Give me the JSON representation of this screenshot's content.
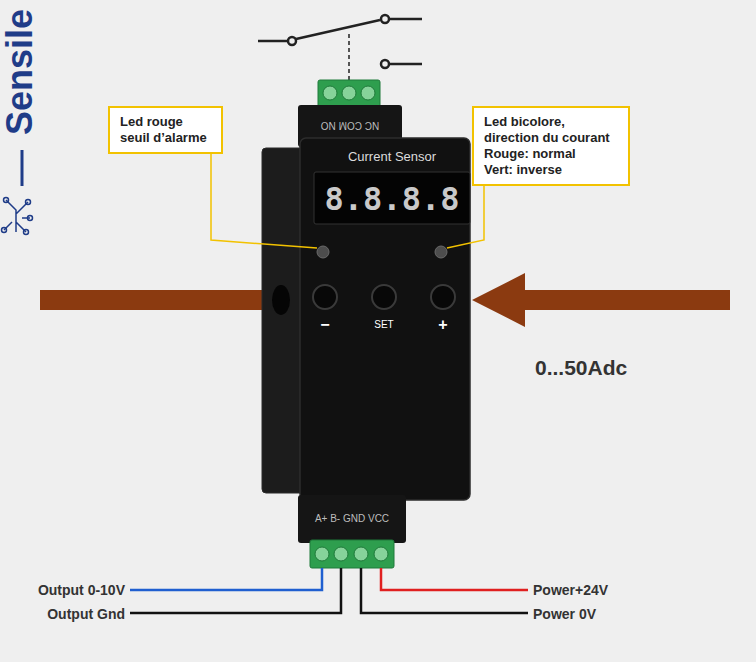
{
  "diagram": {
    "nodes": [
      {
        "text": [
          "Led rouge seuil d’alarme"
        ]
      },
      {
        "text": [
          "Led bicolore, direction du courant",
          "Rouge: normal",
          "Vert: inverse"
        ]
      }
    ],
    "labels": [
      "Sensile",
      "NC COM NO",
      "Current Sensor",
      "8.8.8.8",
      "−",
      "SET",
      "+",
      "0...50Adc",
      "A+ B- GND VCC",
      "Output 0-10V",
      "Output Gnd",
      "Power+24V",
      "Power 0V"
    ]
  }
}
